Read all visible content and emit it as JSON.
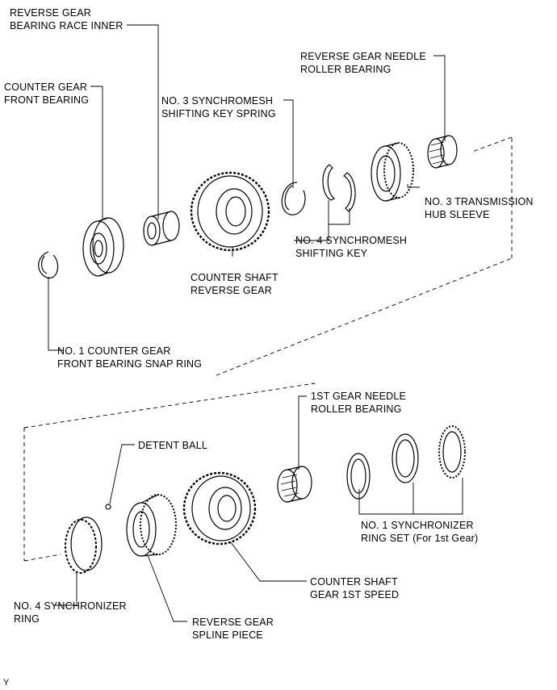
{
  "labels": {
    "reverse_gear_bearing_race_inner": {
      "line1": "REVERSE GEAR",
      "line2": "BEARING RACE INNER"
    },
    "reverse_gear_needle_roller_bearing": {
      "line1": "REVERSE GEAR NEEDLE",
      "line2": "ROLLER BEARING"
    },
    "counter_gear_front_bearing": {
      "line1": "COUNTER GEAR",
      "line2": "FRONT BEARING"
    },
    "no3_synchromesh_shifting_key_spring": {
      "line1": "NO. 3 SYNCHROMESH",
      "line2": "SHIFTING KEY SPRING"
    },
    "no3_transmission_hub_sleeve": {
      "line1": "NO. 3 TRANSMISSION",
      "line2": "HUB SLEEVE"
    },
    "no4_synchromesh_shifting_key": {
      "line1": "NO. 4 SYNCHROMESH",
      "line2": "SHIFTING KEY"
    },
    "counter_shaft_reverse_gear": {
      "line1": "COUNTER SHAFT",
      "line2": "REVERSE GEAR"
    },
    "no1_counter_gear_front_bearing_snap_ring": {
      "line1": "NO. 1 COUNTER GEAR",
      "line2": "FRONT BEARING SNAP RING"
    },
    "first_gear_needle_roller_bearing": {
      "line1": "1ST GEAR NEEDLE",
      "line2": "ROLLER BEARING"
    },
    "detent_ball": {
      "line1": "DETENT BALL"
    },
    "no1_synchronizer_ring_set": {
      "line1": "NO. 1 SYNCHRONIZER",
      "line2": "RING SET (For 1st Gear)"
    },
    "counter_shaft_gear_1st_speed": {
      "line1": "COUNTER SHAFT",
      "line2": "GEAR 1ST SPEED"
    },
    "no4_synchronizer_ring": {
      "line1": "NO. 4 SYNCHRONIZER",
      "line2": "RING"
    },
    "reverse_gear_spline_piece": {
      "line1": "REVERSE GEAR",
      "line2": "SPLINE PIECE"
    }
  },
  "corner_mark": "Y"
}
